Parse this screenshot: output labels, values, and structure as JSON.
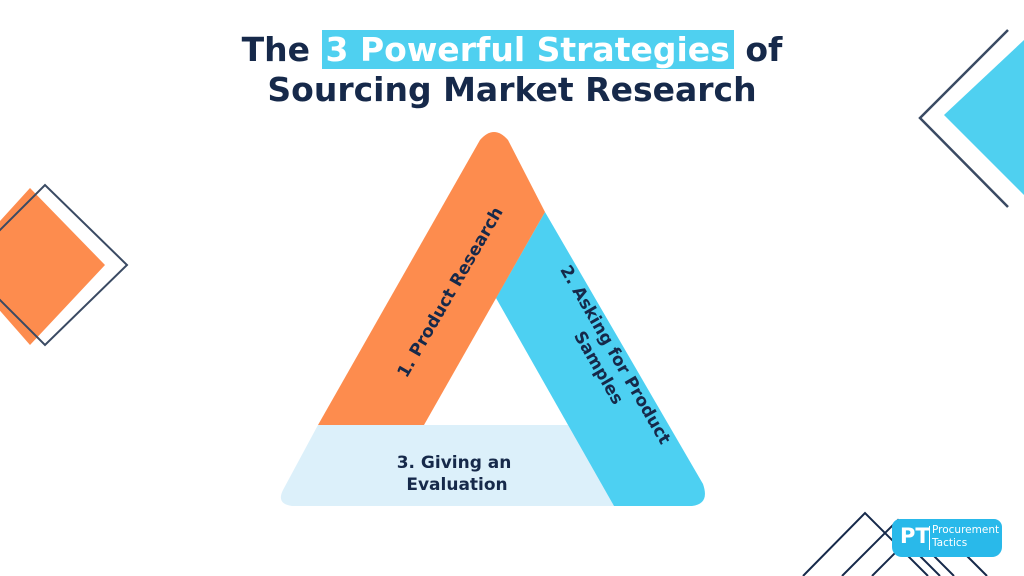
{
  "title": {
    "prefix": "The",
    "highlight": "3 Powerful Strategies",
    "suffix": "of",
    "line2": "Sourcing Market Research"
  },
  "strategies": [
    {
      "label": "1. Product Research",
      "color": "#fd8c4e"
    },
    {
      "label_line1": "2. Asking for Product",
      "label_line2": "Samples",
      "color": "#4dd0f2"
    },
    {
      "label_line1": "3. Giving an",
      "label_line2": "Evaluation",
      "color": "#dcf0fa"
    }
  ],
  "logo": {
    "initials": "PT",
    "line1": "Procurement",
    "line2": "Tactics"
  },
  "colors": {
    "navy": "#16294a",
    "cyan": "#4fd0f0",
    "orange": "#fd8c4e"
  }
}
